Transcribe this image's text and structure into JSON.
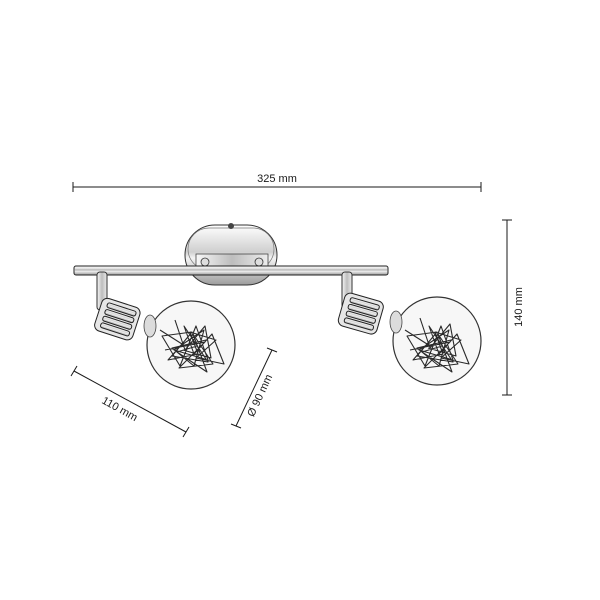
{
  "dimensions": {
    "width": "325 mm",
    "height": "140 mm",
    "projection": "110 mm",
    "diameter": "Ø 90 mm"
  }
}
